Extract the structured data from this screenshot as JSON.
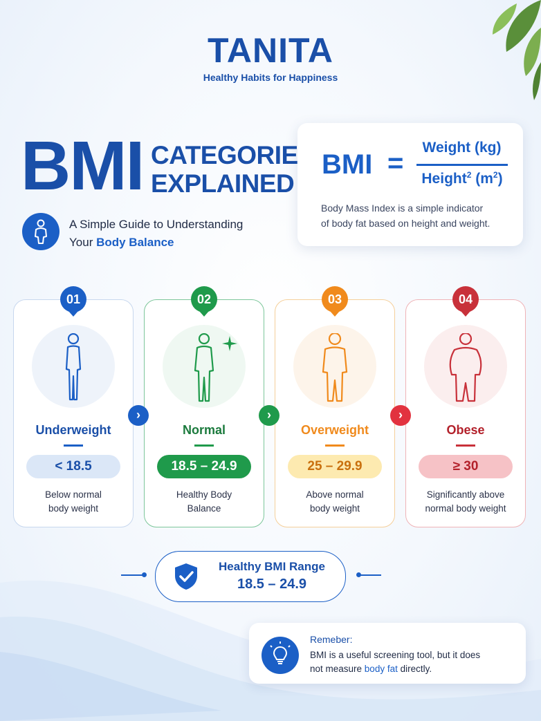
{
  "brand": {
    "name": "TANITA",
    "tagline": "Healthy Habits for Happiness"
  },
  "header": {
    "bmi": "BMI",
    "title_line1": "CATEGORIES",
    "title_line2": "EXPLAINED",
    "subtitle_line1": "A Simple Guide to Understanding",
    "subtitle_line2_prefix": "Your ",
    "subtitle_line2_highlight": "Body Balance"
  },
  "formula": {
    "lhs": "BMI",
    "eq": "=",
    "numerator": "Weight (kg)",
    "denominator": "Height",
    "denominator_exp": "2",
    "denominator_unit": "(m",
    "denominator_unit_exp": "2",
    "denominator_close": ")",
    "description_line1": "Body Mass Index is a simple indicator",
    "description_line2": "of body fat based on height and weight."
  },
  "categories": [
    {
      "number": "01",
      "name": "Underweight",
      "range": "< 18.5",
      "desc_line1": "Below normal",
      "desc_line2": "body weight",
      "color": "#1b5fc6",
      "tint": "#e3ecf8",
      "pill": "#dbe7f7"
    },
    {
      "number": "02",
      "name": "Normal",
      "range": "18.5 – 24.9",
      "desc_line1": "Healthy Body",
      "desc_line2": "Balance",
      "color": "#1f9a4b",
      "tint": "#e6f5ea",
      "pill": "#1f9a4b"
    },
    {
      "number": "03",
      "name": "Overweight",
      "range": "25 – 29.9",
      "desc_line1": "Above normal",
      "desc_line2": "body weight",
      "color": "#f08a1c",
      "tint": "#fdeedd",
      "pill": "#fdeab0"
    },
    {
      "number": "04",
      "name": "Obese",
      "range": "≥ 30",
      "desc_line1": "Significantly above",
      "desc_line2": "normal body weight",
      "color": "#c8313a",
      "tint": "#f9e3e4",
      "pill": "#f6c2c6"
    }
  ],
  "arrows": {
    "glyph": "›",
    "colors": [
      "#1b5fc6",
      "#1f9a4b",
      "#e2323f"
    ]
  },
  "healthy": {
    "title": "Healthy BMI Range",
    "range": "18.5 – 24.9",
    "icon": "shield-check-icon"
  },
  "remember": {
    "title": "Remeber:",
    "text_line1": "BMI is a useful screening tool, but it does",
    "text_line2_prefix": "not measure ",
    "text_line2_highlight": "body fat",
    "text_line2_suffix": " directly.",
    "icon": "lightbulb-icon"
  }
}
